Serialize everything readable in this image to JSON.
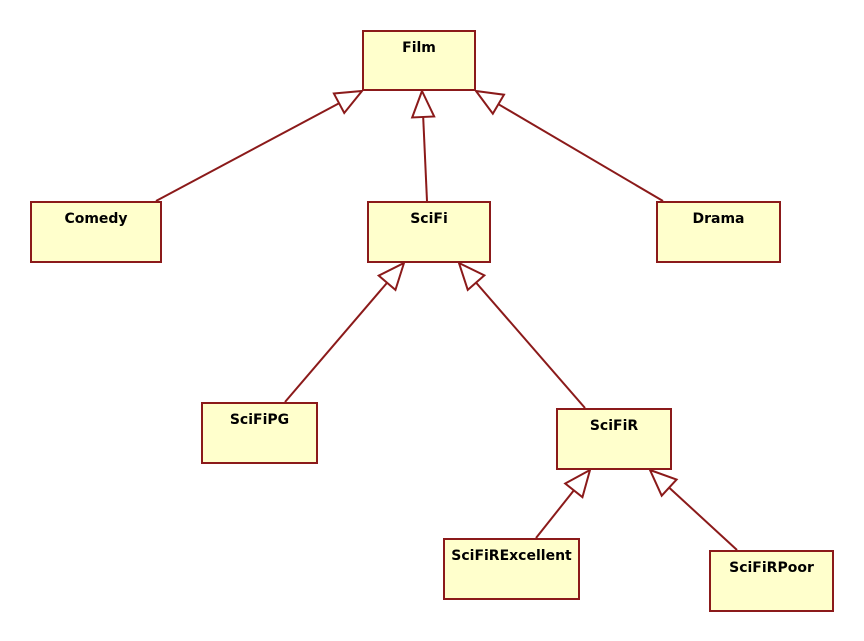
{
  "colors": {
    "box_fill": "#ffffcc",
    "box_border": "#8b1a1a",
    "edge": "#8b1a1a",
    "text": "#000000"
  },
  "classes": {
    "film": "Film",
    "comedy": "Comedy",
    "scifi": "SciFi",
    "drama": "Drama",
    "scifipg": "SciFiPG",
    "scifir": "SciFiR",
    "scifirexcellent": "SciFiRExcellent",
    "scifirpoor": "SciFiRPoor"
  },
  "generalizations": [
    {
      "child": "comedy",
      "parent": "film"
    },
    {
      "child": "scifi",
      "parent": "film"
    },
    {
      "child": "drama",
      "parent": "film"
    },
    {
      "child": "scifipg",
      "parent": "scifi"
    },
    {
      "child": "scifir",
      "parent": "scifi"
    },
    {
      "child": "scifirexcellent",
      "parent": "scifir"
    },
    {
      "child": "scifirpoor",
      "parent": "scifir"
    }
  ]
}
